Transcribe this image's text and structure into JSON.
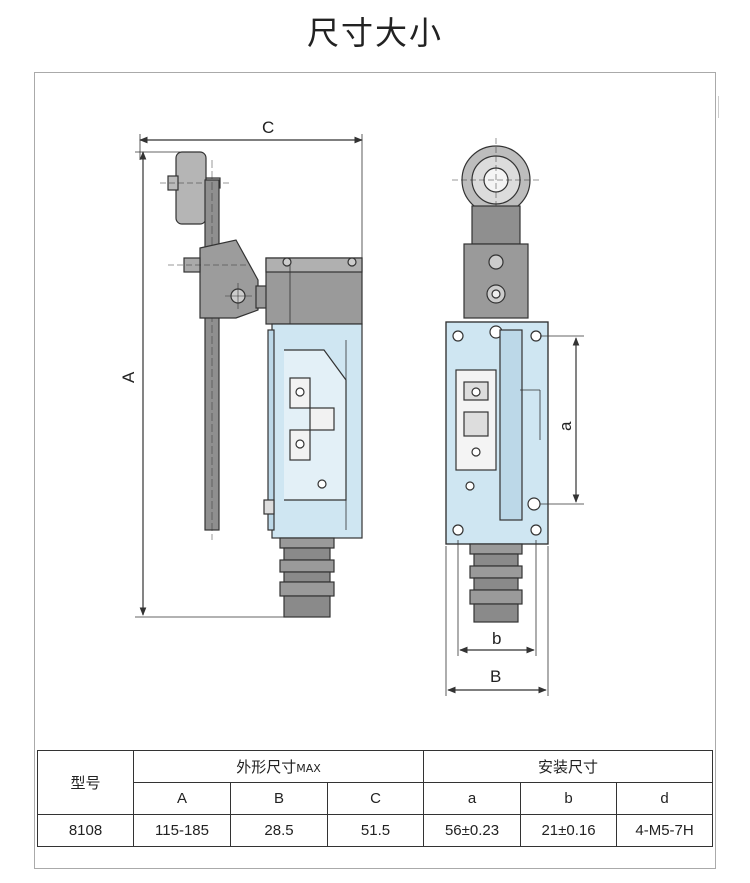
{
  "page_title": "尺寸大小",
  "dimension_labels": {
    "A": "A",
    "B": "B",
    "C": "C",
    "a": "a",
    "b": "b"
  },
  "table": {
    "model_header": "型号",
    "outer_header": "外形尺寸",
    "outer_header_suffix": "MAX",
    "install_header": "安装尺寸",
    "columns": [
      "A",
      "B",
      "C",
      "a",
      "b",
      "d"
    ],
    "rows": [
      {
        "model": "8108",
        "values": [
          "115-185",
          "28.5",
          "51.5",
          "56±0.23",
          "21±0.16",
          "4-M5-7H"
        ]
      }
    ]
  },
  "colors": {
    "body_fill": "#cfe6f2",
    "metal_fill": "#9a9a9a",
    "cap_fill": "#b8b8b8",
    "line": "#333333"
  }
}
